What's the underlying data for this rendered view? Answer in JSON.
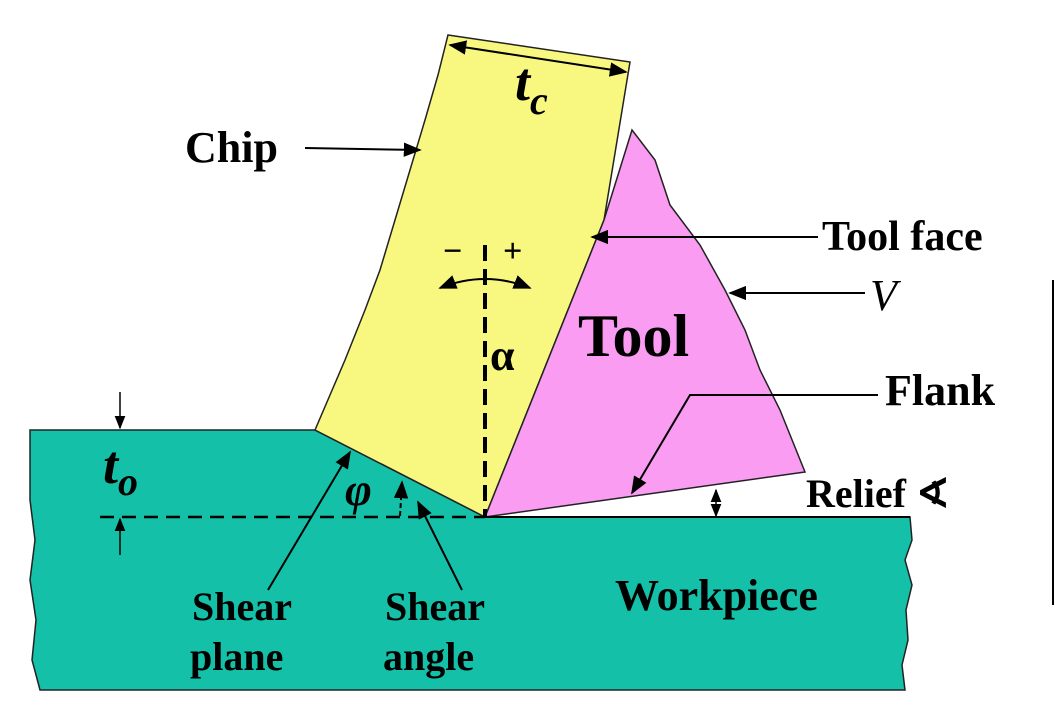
{
  "title": "Orthogonal cutting geometry",
  "labels": {
    "chip": "Chip",
    "chip_thickness": "t",
    "chip_thickness_sub": "c",
    "tool_face": "Tool face",
    "velocity": "V",
    "tool": "Tool",
    "rake_angle": "α",
    "minus": "−",
    "plus": "+",
    "flank": "Flank",
    "relief": "Relief ∢",
    "uncut_thickness": "t",
    "uncut_thickness_sub": "o",
    "shear_angle_symbol": "φ",
    "shear_plane_1": "Shear",
    "shear_plane_2": "plane",
    "shear_angle_1": "Shear",
    "shear_angle_2": "angle",
    "workpiece": "Workpiece"
  },
  "colors": {
    "workpiece": "#14c0a8",
    "chip": "#f8f880",
    "tool": "#f99cf2"
  }
}
